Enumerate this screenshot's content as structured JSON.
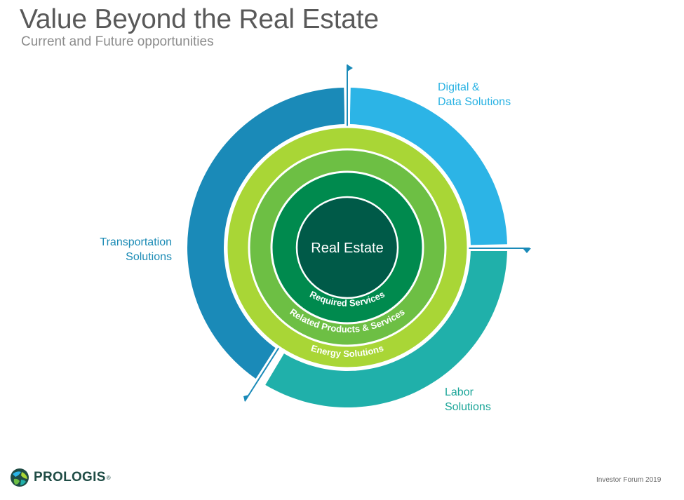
{
  "header": {
    "title": "Value Beyond the Real Estate",
    "subtitle": "Current and Future opportunities"
  },
  "diagram": {
    "center_label": "Real Estate",
    "rings": [
      {
        "label": "Required Services",
        "color": "#008a4e"
      },
      {
        "label": "Related Products & Services",
        "color": "#6dbf44"
      },
      {
        "label": "Energy Solutions",
        "color": "#a9d636"
      }
    ],
    "center_color": "#005a48",
    "segments": [
      {
        "label": "Digital &\nData Solutions",
        "color": "#2cb4e6"
      },
      {
        "label": "Labor\nSolutions",
        "color": "#20b0aa"
      },
      {
        "label": "Transportation\nSolutions",
        "color": "#1a8ab8"
      }
    ],
    "pointer_color": "#1a8ab8"
  },
  "footer": {
    "logo_text": "PROLOGIS",
    "logo_mark": "®",
    "event": "Investor Forum 2019"
  },
  "icons": [
    "prologis-globe-icon",
    "flag-pointer-icon"
  ]
}
